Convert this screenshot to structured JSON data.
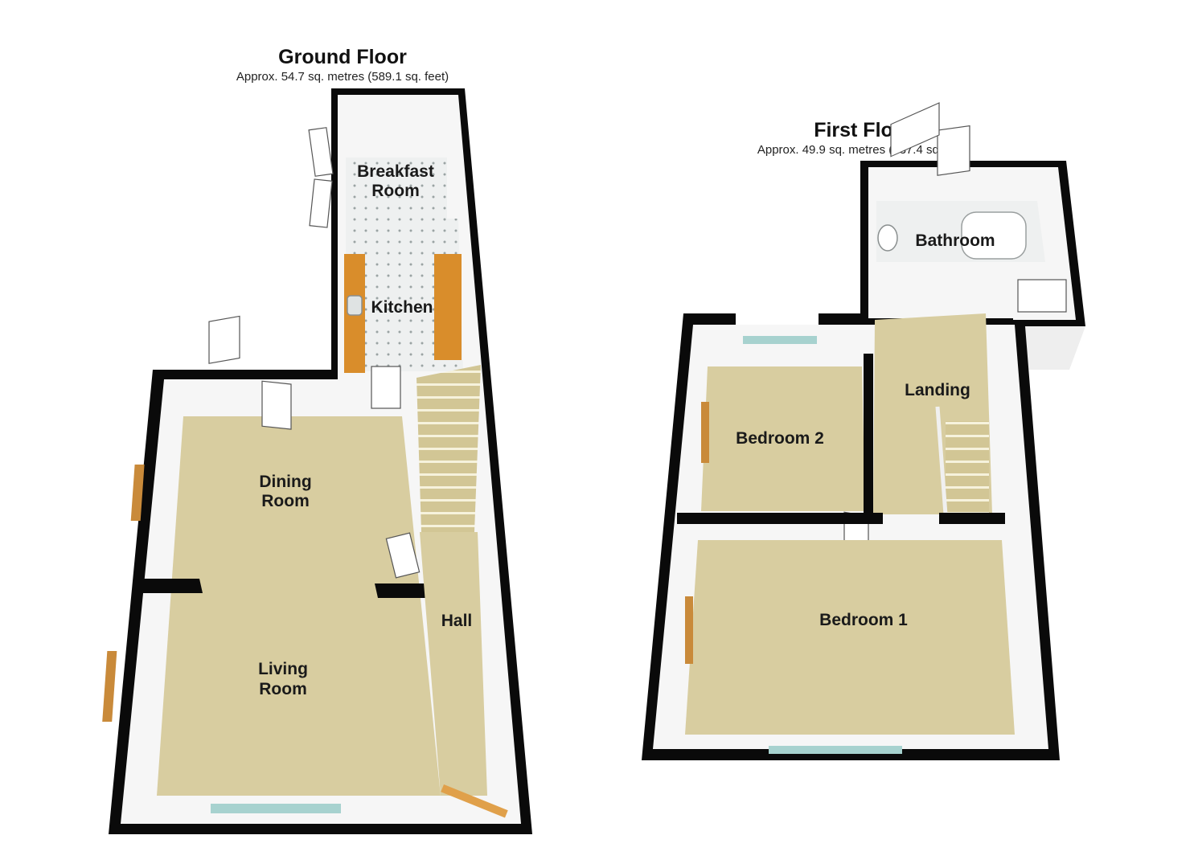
{
  "ground_floor": {
    "title": "Ground Floor",
    "area": "Approx. 54.7 sq. metres (589.1 sq. feet)",
    "rooms": {
      "breakfast_room": [
        "Breakfast",
        "Room"
      ],
      "kitchen": [
        "Kitchen"
      ],
      "dining_room": [
        "Dining",
        "Room"
      ],
      "living_room": [
        "Living",
        "Room"
      ],
      "hall": [
        "Hall"
      ]
    }
  },
  "first_floor": {
    "title": "First Floor",
    "area": "Approx. 49.9 sq. metres (537.4 sq. feet)",
    "rooms": {
      "bathroom": [
        "Bathroom"
      ],
      "landing": [
        "Landing"
      ],
      "bedroom_2": [
        "Bedroom 2"
      ],
      "bedroom_1": [
        "Bedroom 1"
      ]
    }
  },
  "colors": {
    "wall": "#0a0a0a",
    "carpet": "#d8cda0",
    "tile": "#e9ecec",
    "worktop": "#d98d2b",
    "inner_wall": "#f4f4f4",
    "window": "#a7d2cf"
  }
}
